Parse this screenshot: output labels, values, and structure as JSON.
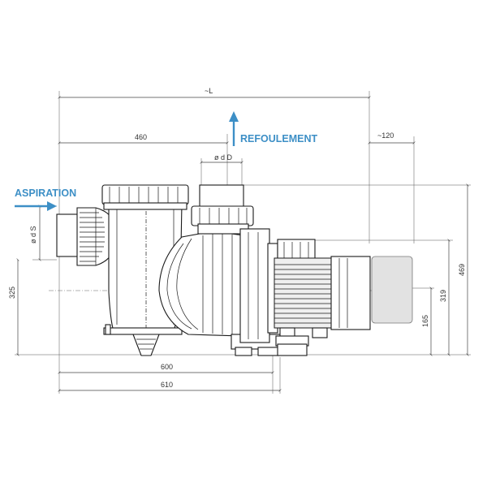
{
  "labels": {
    "aspiration": "ASPIRATION",
    "refoulement": "REFOULEMENT"
  },
  "dimensions": {
    "overall_length": "~L",
    "d460": "460",
    "d120": "~120",
    "dD": "ø d D",
    "dS": "ø d S",
    "d325": "325",
    "d469": "469",
    "d319": "319",
    "d165": "165",
    "d600": "600",
    "d610": "610"
  },
  "colors": {
    "arrow": "#3d8fc6",
    "line": "#1a1a1a"
  }
}
